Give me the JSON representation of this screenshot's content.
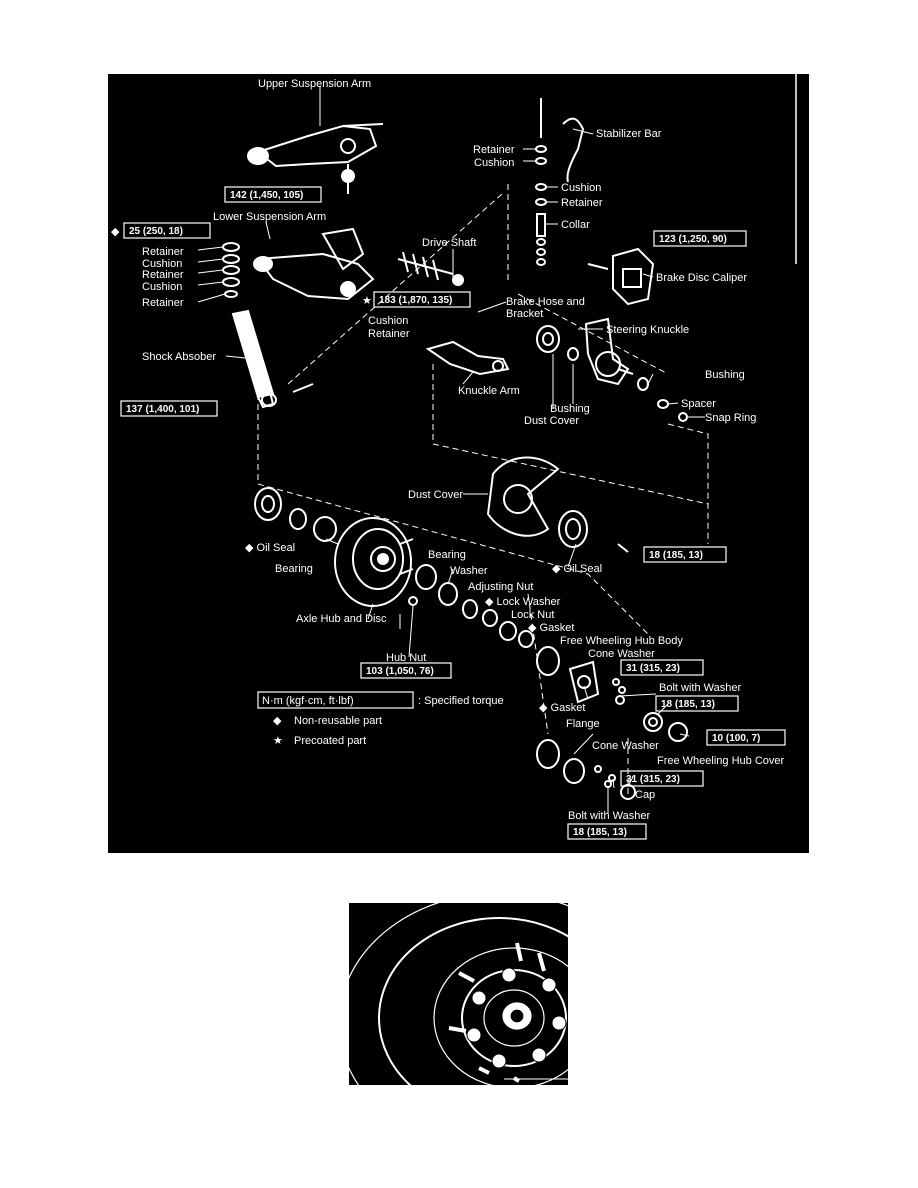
{
  "colors": {
    "background": "#000000",
    "ink": "#ffffff"
  },
  "labels": {
    "upper_suspension_arm": "Upper Suspension Arm",
    "stabilizer_bar": "Stabilizer Bar",
    "retainer": "Retainer",
    "cushion": "Cushion",
    "collar": "Collar",
    "lower_suspension_arm": "Lower Suspension Arm",
    "drive_shaft": "Drive Shaft",
    "brake_disc_caliper": "Brake Disc Caliper",
    "brake_hose_bracket_1": "Brake Hose and",
    "brake_hose_bracket_2": "Bracket",
    "steering_knuckle": "Steering Knuckle",
    "shock_absober": "Shock Absober",
    "knuckle_arm": "Knuckle Arm",
    "bushing": "Bushing",
    "dust_cover": "Dust Cover",
    "spacer": "Spacer",
    "snap_ring": "Snap Ring",
    "oil_seal": "Oil Seal",
    "bearing": "Bearing",
    "washer": "Washer",
    "adjusting_nut": "Adjusting Nut",
    "lock_washer": "Lock Washer",
    "lock_nut": "Lock Nut",
    "gasket": "Gasket",
    "free_wheeling_hub_body": "Free Wheeling Hub Body",
    "cone_washer": "Cone Washer",
    "bolt_with_washer": "Bolt with Washer",
    "free_wheeling_hub_cover": "Free Wheeling Hub Cover",
    "flange": "Flange",
    "cap": "Cap",
    "axle_hub_and_disc": "Axle Hub and Disc",
    "hub_nut": "Hub Nut"
  },
  "torques": {
    "t142": "142 (1,450, 105)",
    "t25": "25 (250, 18)",
    "t123": "123 (1,250, 90)",
    "t183": "183 (1,870, 135)",
    "t137": "137 (1,400, 101)",
    "t18_seal": "18 (185, 13)",
    "t103": "103 (1,050, 76)",
    "t31_a": "31 (315, 23)",
    "t18_a": "18 (185, 13)",
    "t10": "10 (100, 7)",
    "t31_b": "31 (315, 23)",
    "t18_b": "18 (185, 13)"
  },
  "legend": {
    "unit": "N·m (kgf·cm, ft·lbf)",
    "specified": ": Specified torque",
    "non_reusable": "Non-reusable part",
    "precoated": "Precoated part"
  },
  "symbols": {
    "diamond": "◆",
    "star": "★"
  }
}
